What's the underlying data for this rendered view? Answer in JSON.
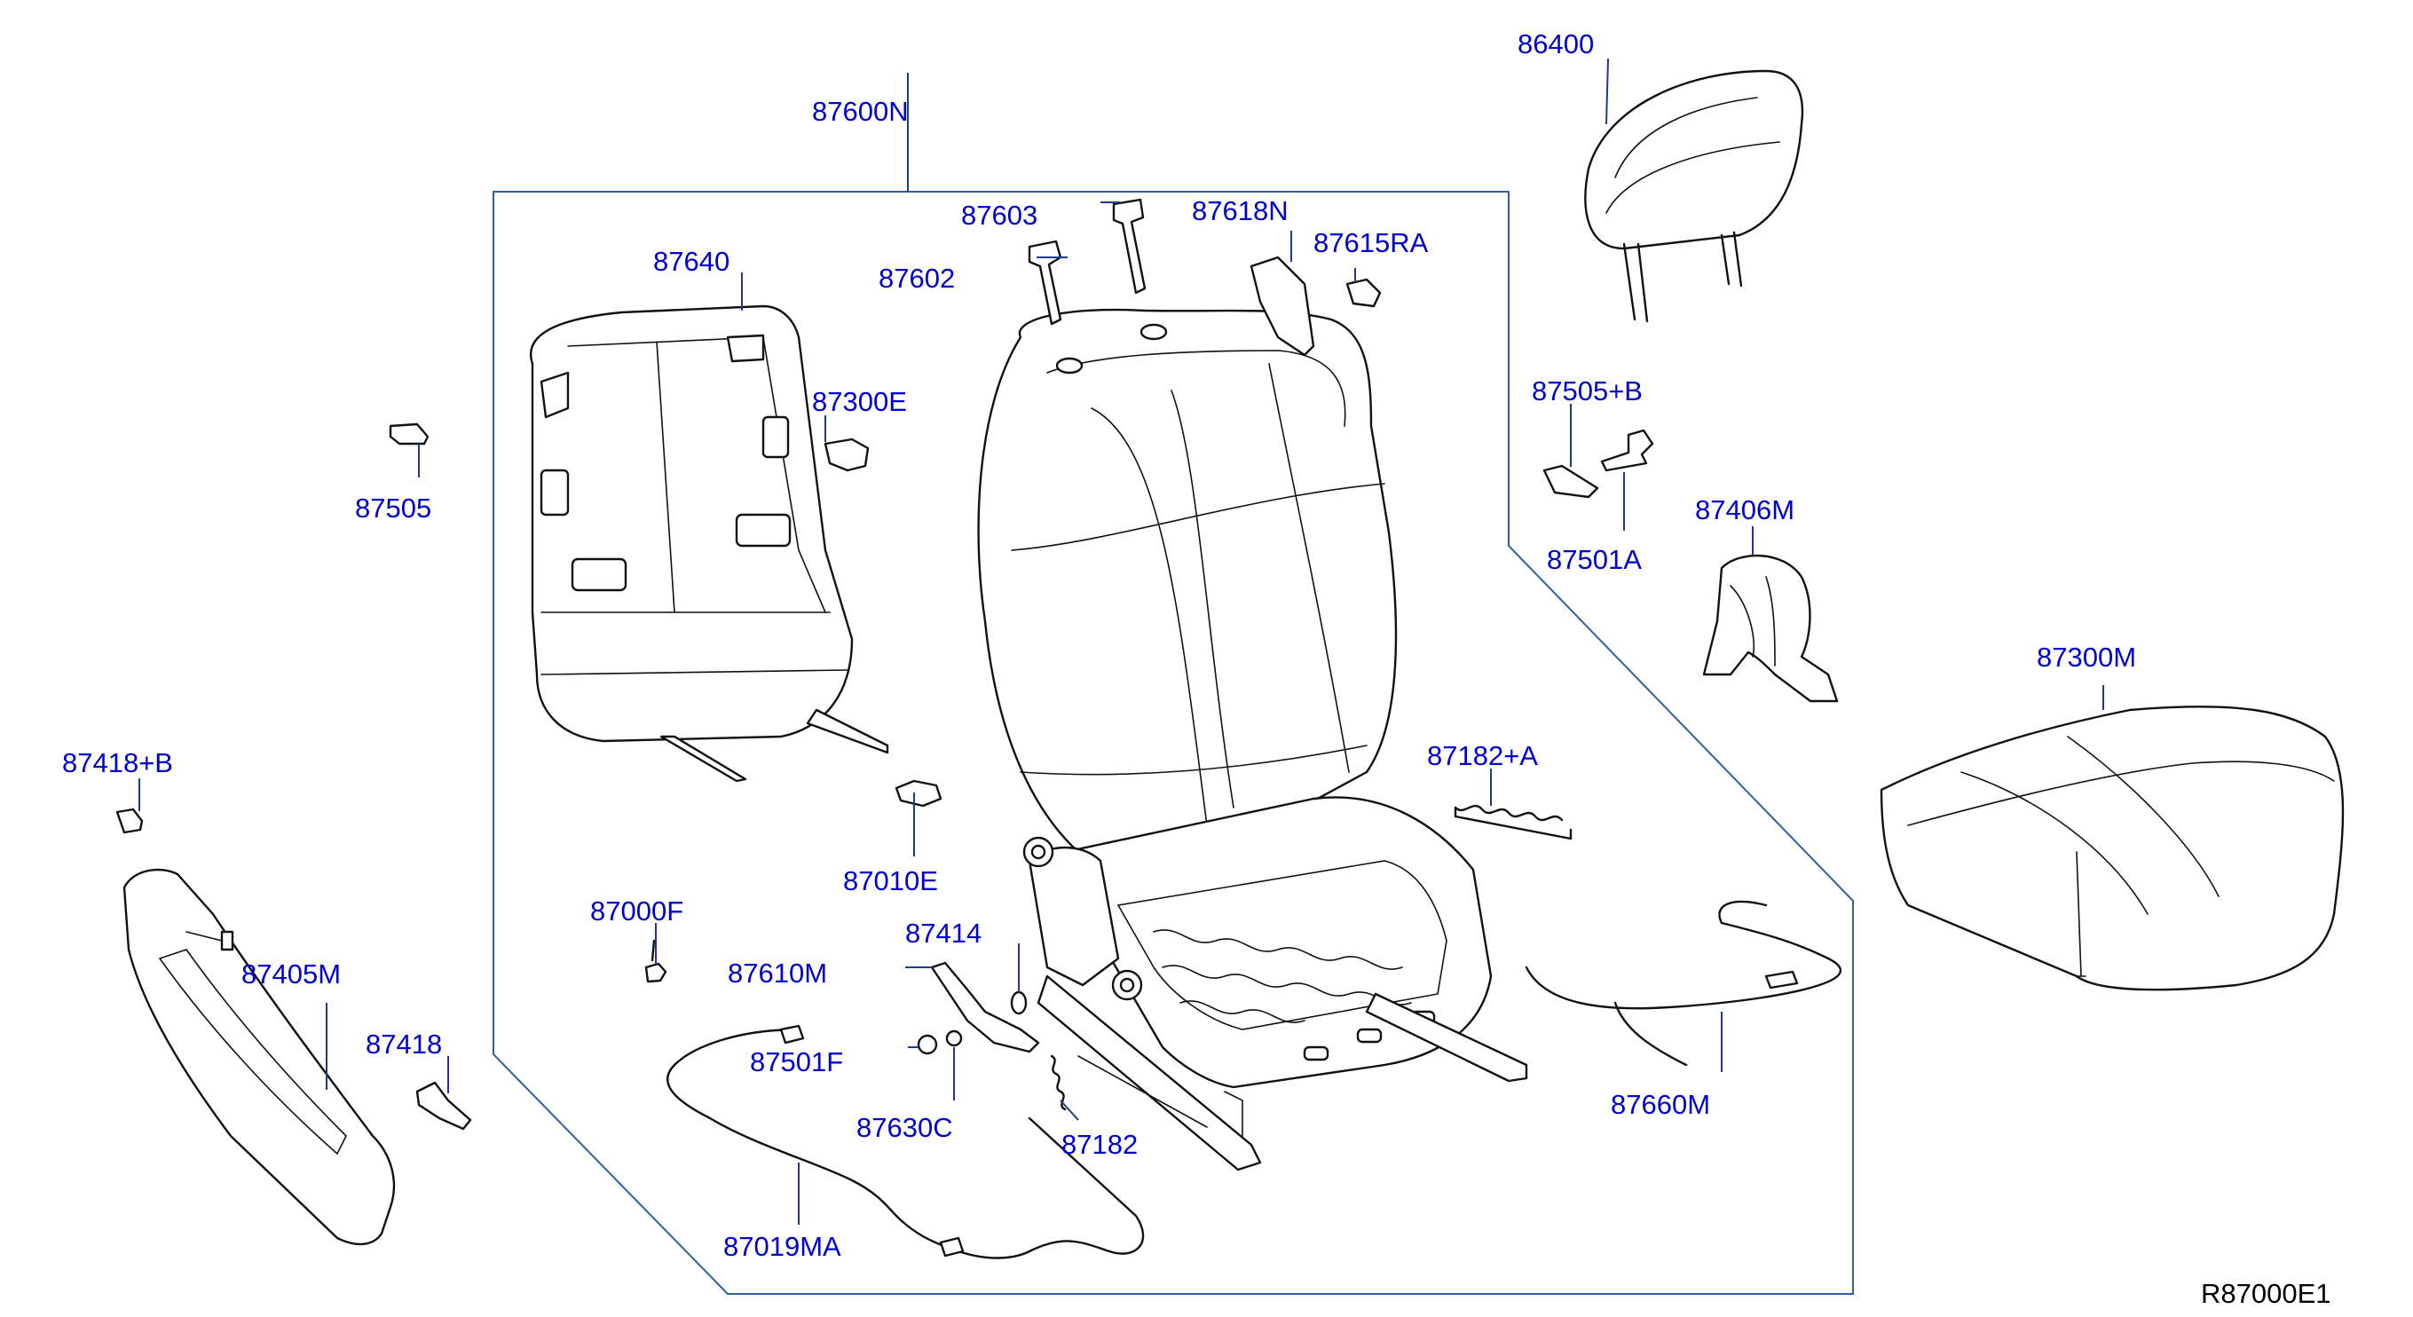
{
  "diagram": {
    "reference_code": "R87000E1",
    "parts": [
      {
        "id": "86400",
        "label": "86400"
      },
      {
        "id": "87600N",
        "label": "87600N"
      },
      {
        "id": "87603",
        "label": "87603"
      },
      {
        "id": "87618N",
        "label": "87618N"
      },
      {
        "id": "87615RA",
        "label": "87615RA"
      },
      {
        "id": "87602",
        "label": "87602"
      },
      {
        "id": "87640",
        "label": "87640"
      },
      {
        "id": "87300E",
        "label": "87300E"
      },
      {
        "id": "87505",
        "label": "87505"
      },
      {
        "id": "87505B",
        "label": "87505+B"
      },
      {
        "id": "87501A",
        "label": "87501A"
      },
      {
        "id": "87406M",
        "label": "87406M"
      },
      {
        "id": "87300M",
        "label": "87300M"
      },
      {
        "id": "87182A",
        "label": "87182+A"
      },
      {
        "id": "87418B",
        "label": "87418+B"
      },
      {
        "id": "87010E",
        "label": "87010E"
      },
      {
        "id": "87000F",
        "label": "87000F"
      },
      {
        "id": "87414",
        "label": "87414"
      },
      {
        "id": "87610M",
        "label": "87610M"
      },
      {
        "id": "87405M",
        "label": "87405M"
      },
      {
        "id": "87418",
        "label": "87418"
      },
      {
        "id": "87501F",
        "label": "87501F"
      },
      {
        "id": "87630C",
        "label": "87630C"
      },
      {
        "id": "87182",
        "label": "87182"
      },
      {
        "id": "87660M",
        "label": "87660M"
      },
      {
        "id": "87019MA",
        "label": "87019MA"
      }
    ]
  }
}
